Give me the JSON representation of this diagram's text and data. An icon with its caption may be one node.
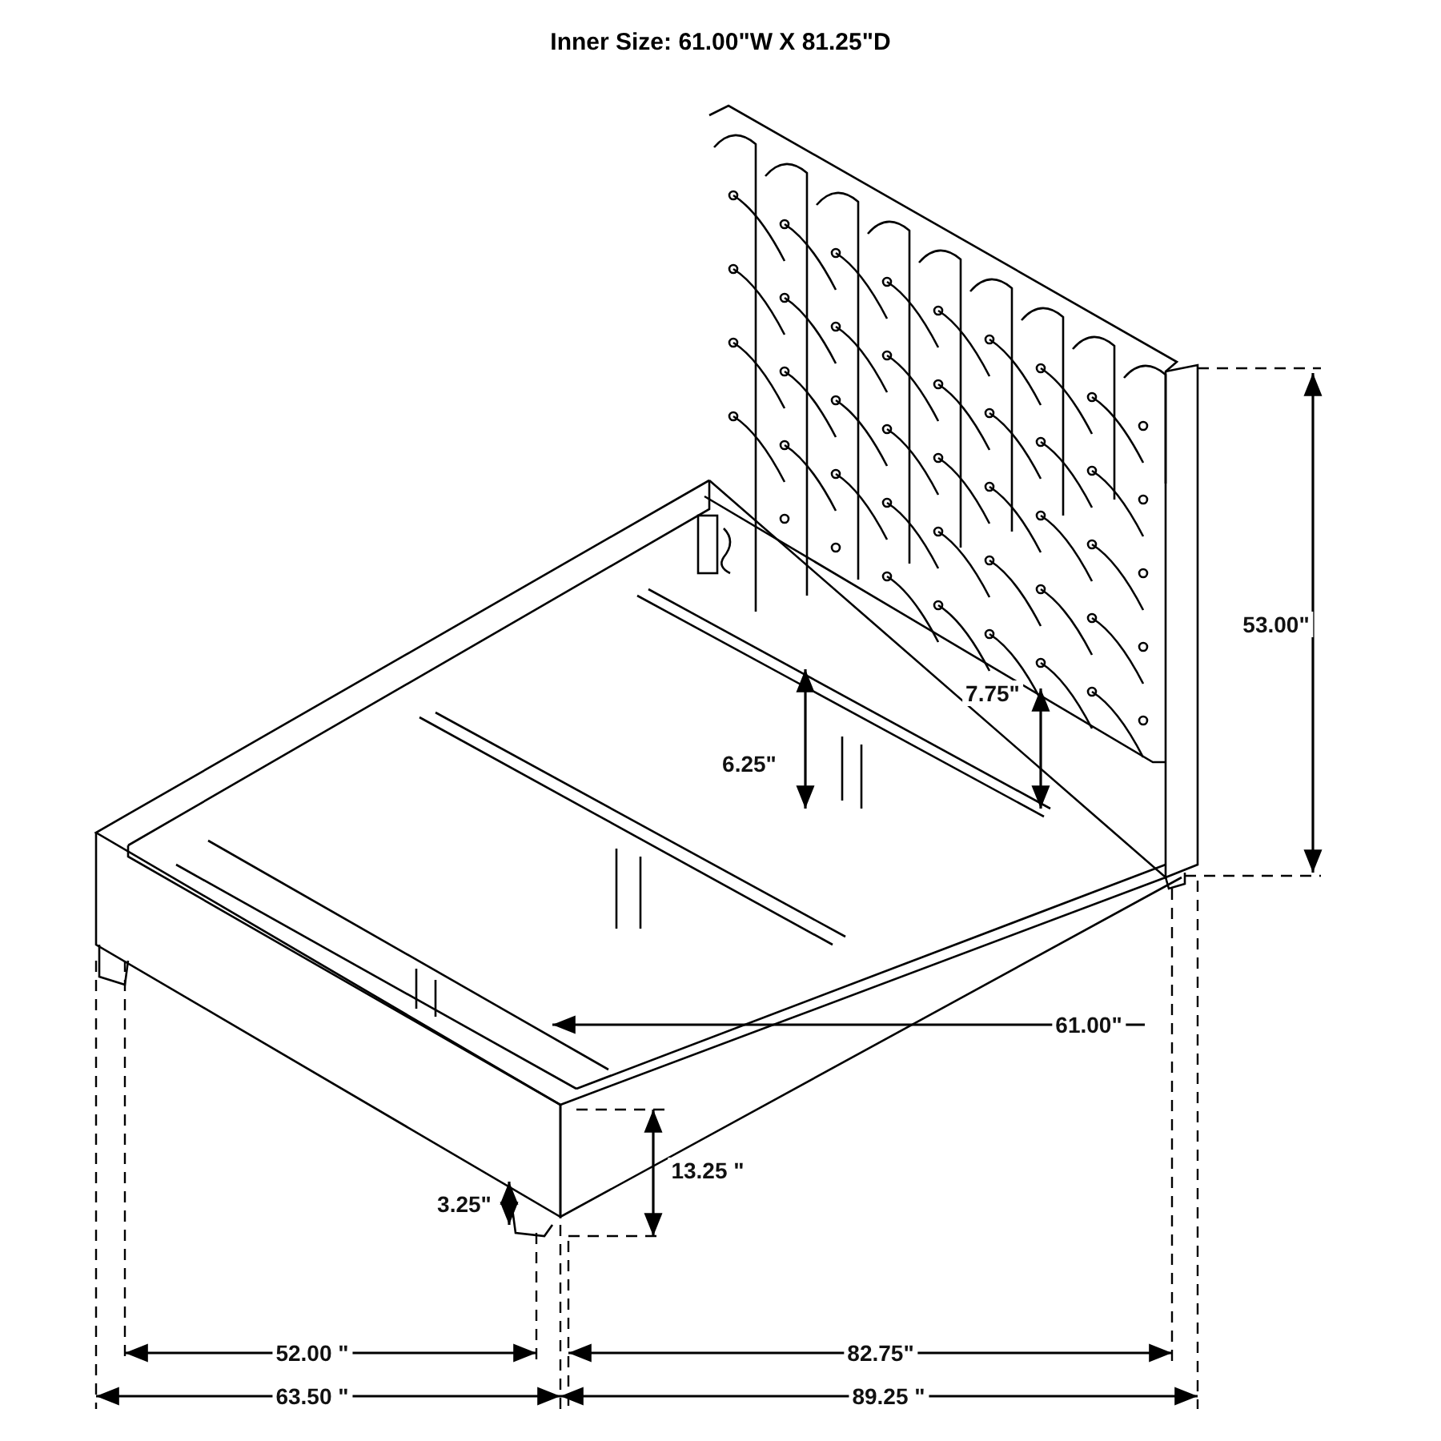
{
  "diagram": {
    "title": "Inner Size: 61.00\"W X 81.25\"D",
    "labels": [
      "53.00\"",
      "7.75\"",
      "6.25\"",
      "61.00\"",
      "13.25 \"",
      "3.25\"",
      "52.00 \"",
      "82.75\"",
      "63.50 \"",
      "89.25 \""
    ]
  }
}
